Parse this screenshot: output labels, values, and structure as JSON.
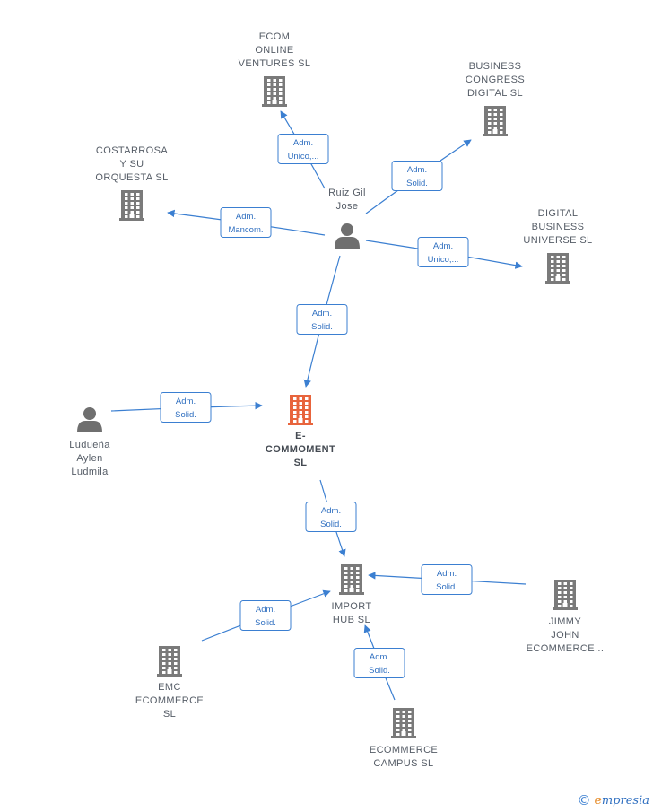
{
  "nodes": [
    {
      "id": "ecom",
      "type": "company",
      "label": [
        "ECOM",
        "ONLINE",
        "VENTURES  SL"
      ],
      "center": false
    },
    {
      "id": "business",
      "type": "company",
      "label": [
        "BUSINESS",
        "CONGRESS",
        "DIGITAL  SL"
      ],
      "center": false
    },
    {
      "id": "costarrosa",
      "type": "company",
      "label": [
        "COSTARROSA",
        "Y SU",
        "ORQUESTA  SL"
      ],
      "center": false
    },
    {
      "id": "ruiz",
      "type": "person",
      "label": [
        "Ruiz Gil",
        "Jose"
      ],
      "center": false
    },
    {
      "id": "digital",
      "type": "company",
      "label": [
        "DIGITAL",
        "BUSINESS",
        "UNIVERSE  SL"
      ],
      "center": false
    },
    {
      "id": "ecommoment",
      "type": "company",
      "label": [
        "E-",
        "COMMOMENT",
        "SL"
      ],
      "center": true
    },
    {
      "id": "luduena",
      "type": "person",
      "label": [
        "Ludueña",
        "Aylen",
        "Ludmila"
      ],
      "center": false
    },
    {
      "id": "import",
      "type": "company",
      "label": [
        "IMPORT",
        "HUB  SL"
      ],
      "center": false
    },
    {
      "id": "jimmy",
      "type": "company",
      "label": [
        "JIMMY",
        "JOHN",
        "ECOMMERCE..."
      ],
      "center": false
    },
    {
      "id": "emc",
      "type": "company",
      "label": [
        "EMC",
        "ECOMMERCE",
        "SL"
      ],
      "center": false
    },
    {
      "id": "campus",
      "type": "company",
      "label": [
        "ECOMMERCE",
        "CAMPUS  SL"
      ],
      "center": false
    }
  ],
  "edges": [
    {
      "from": "ruiz",
      "to": "ecom",
      "label": [
        "Adm.",
        "Unico,..."
      ]
    },
    {
      "from": "ruiz",
      "to": "business",
      "label": [
        "Adm.",
        "Solid."
      ]
    },
    {
      "from": "ruiz",
      "to": "costarrosa",
      "label": [
        "Adm.",
        "Mancom."
      ]
    },
    {
      "from": "ruiz",
      "to": "digital",
      "label": [
        "Adm.",
        "Unico,..."
      ]
    },
    {
      "from": "ruiz",
      "to": "ecommoment",
      "label": [
        "Adm.",
        "Solid."
      ]
    },
    {
      "from": "luduena",
      "to": "ecommoment",
      "label": [
        "Adm.",
        "Solid."
      ]
    },
    {
      "from": "ecommoment",
      "to": "import",
      "label": [
        "Adm.",
        "Solid."
      ]
    },
    {
      "from": "jimmy",
      "to": "import",
      "label": [
        "Adm.",
        "Solid."
      ]
    },
    {
      "from": "emc",
      "to": "import",
      "label": [
        "Adm.",
        "Solid."
      ]
    },
    {
      "from": "campus",
      "to": "import",
      "label": [
        "Adm.",
        "Solid."
      ]
    }
  ],
  "brand": {
    "copyright": "©",
    "initial": "e",
    "name": "mpresia"
  },
  "colors": {
    "edge": "#3b7fd1",
    "company": "#7a7a7a",
    "center_company": "#e8643c",
    "person": "#6f6f6f"
  }
}
